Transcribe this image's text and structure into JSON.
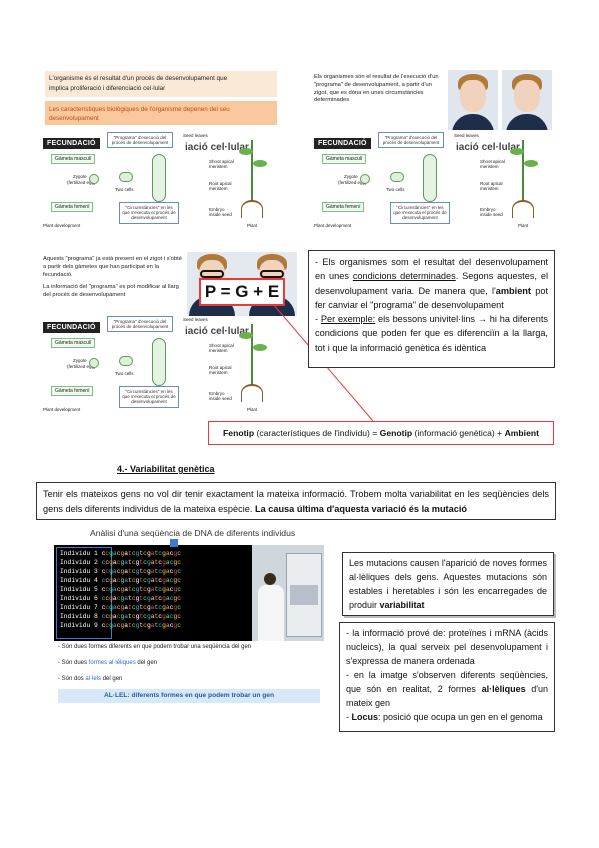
{
  "slide1": {
    "title_line1": "L'organisme és el resultat d'un procés de desenvolupament que",
    "title_line2": "implica proliferació i diferenciació cel·lular",
    "subtitle": "Les característiques biològiques de l'organisme depenen del seu desenvolupament"
  },
  "diagram": {
    "fecundacio": "FECUNDACIÓ",
    "gameta_masculi": "Gàmeta masculí",
    "gameta_femeni": "Gàmeta femení",
    "zygote": "Zygote",
    "zygote_sub": "(fertilized egg)",
    "two_cells": "Two cells",
    "programa": "\"Programa\" d'execució del procés de desenvolupament",
    "circumstancies": "\"Circumstàncies\" en les que s'executa el procés de desenvolupament",
    "diferenciacio": "iació cel·lular",
    "seed_leaves": "Seed leaves",
    "shoot_meristem": "Shoot apical meristem",
    "root_meristem": "Root apical meristem",
    "embryo": "Embryo inside seed",
    "plant": "Plant",
    "plant_development": "Plant development"
  },
  "slide2": {
    "text": "Els organismes són el resultat de l'execució d'un \"programa\" de desenvolupament, a partir d'un zigot, que es dóna en unes circumstàncies determinades"
  },
  "slide3": {
    "text1": "Aquests \"programa\" ja està present en el zigot i s'obté a partir dels gàmetes que han participat en la fecundació.",
    "text2": "La informació del \"programa\" es pot modificar al llarg del procés de desenvolupament",
    "formula": "P = G + E"
  },
  "box_environment": {
    "part1": "- Els organismes som el resultat del desenvolupament en unes ",
    "cond": "condicions determinades",
    "part2": ". Segons aquestes, el desenvolupament varia. De manera que, l'",
    "ambient": "ambient",
    "part3": " pot fer canviar el \"programa\" de desenvolupament",
    "exemple": "Per exemple:",
    "part4": " els bessons univitel·lins → hi ha diferents condicions que poden fer que es diferenciïn a la llarga, tot i que la informació genètica és idèntica"
  },
  "formula_box": {
    "fenotip": "Fenotip",
    "fenotip_desc": " (característiques de l'individu) = ",
    "genotip": "Genotip",
    "genotip_desc": " (informació genètica) + ",
    "ambient": "Ambient"
  },
  "section4": {
    "heading": "4.- Variabilitat genètica"
  },
  "box_variability": {
    "text": "Tenir els mateixos gens no vol dir tenir exactament la mateixa informació. Trobem molta variabilitat en les seqüències dels gens dels diferents individus de la mateixa espècie. ",
    "bold": "La causa última d'aquesta variació és la mutació"
  },
  "slide4": {
    "title": "Anàlisi d'una seqüència de DNA de diferents individus",
    "individuals": [
      "Individu 1",
      "Individu 2",
      "Individu 3",
      "Individu 4",
      "Individu 5",
      "Individu 6",
      "Individu 7",
      "Individu 8",
      "Individu 9"
    ],
    "sequence": "ccgacgatcgtcgatcgacgc",
    "bullet1": "- Són dues formes diferents en que podem trobar una seqüència del gen",
    "bullet2_a": "- Són dues ",
    "bullet2_b": "formes al·lèliques",
    "bullet2_c": " del gen",
    "bullet3_a": "- Són dos ",
    "bullet3_b": "al·lels",
    "bullet3_c": " del gen",
    "allele_def": "AL·LEL: diferents formes en que podem trobar un gen"
  },
  "box_mutations": {
    "text": "Les mutacions causen l'aparició de noves formes al·lèliques dels gens. Aquestes mutacions són estables i heretables i són les encarregades de produir ",
    "bold": "variabilitat"
  },
  "box_info": {
    "l1": "- la informació prové de: proteïnes i mRNA (àcids nucleics), la qual serveix pel desenvolupament i s'expressa de manera ordenada",
    "l2a": "- en la imatge s'observen diferents seqüències, que són en realitat, 2 formes ",
    "l2b": "al·lèliques",
    "l2c": " d'un mateix gen",
    "l3a": "Locus",
    "l3b": ": posició que ocupa un gen en el genoma"
  },
  "colors": {
    "orange_band": "#f9c99d",
    "slide_band": "#fbe9d8",
    "red_line": "#e83a3a",
    "blue_frame": "#3a7bd5",
    "terminal_bg": "#000000"
  }
}
